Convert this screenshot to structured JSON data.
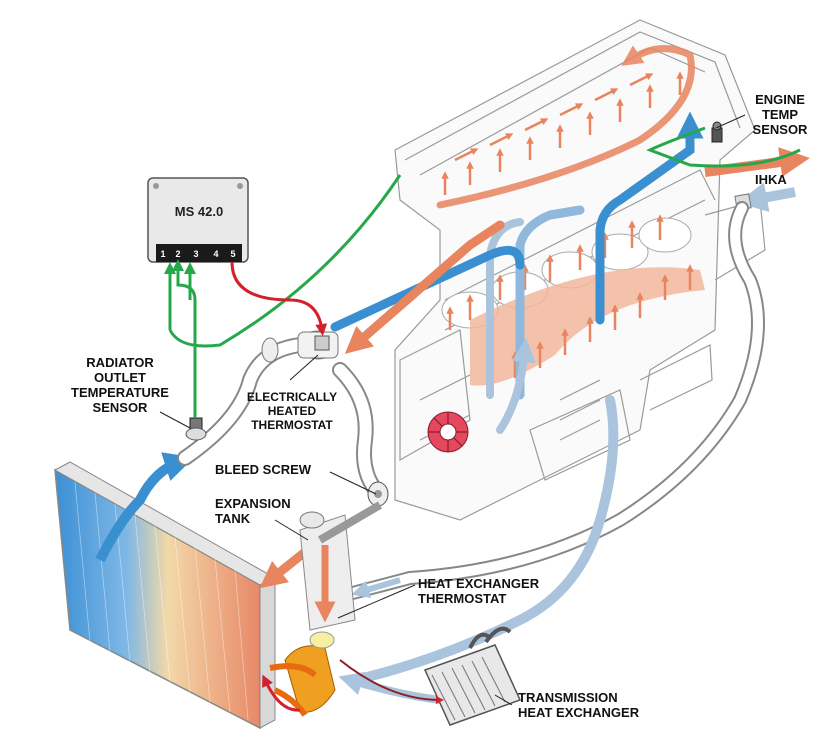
{
  "labels": {
    "engine_temp_sensor": [
      "ENGINE",
      "TEMP",
      "SENSOR"
    ],
    "ihka": "IHKA",
    "ecu_title": "MS 42.0",
    "ecu_pins": [
      "1",
      "2",
      "3",
      "4",
      "5"
    ],
    "radiator_outlet_temp_sensor": [
      "RADIATOR",
      "OUTLET",
      "TEMPERATURE",
      "SENSOR"
    ],
    "electrically_heated_thermostat": [
      "ELECTRICALLY",
      "HEATED",
      "THERMOSTAT"
    ],
    "bleed_screw": "BLEED SCREW",
    "expansion_tank": [
      "EXPANSION",
      "TANK"
    ],
    "heat_exchanger_thermostat": [
      "HEAT EXCHANGER",
      "THERMOSTAT"
    ],
    "transmission_heat_exchanger": [
      "TRANSMISSION",
      "HEAT EXCHANGER"
    ]
  },
  "colors": {
    "hot_coolant": "#e8845e",
    "cold_coolant": "#3a8fd0",
    "return_coolant": "#a9c4dc",
    "signal_wire": "#26a84a",
    "control_wire": "#d4202c",
    "outline": "#9a9a9a",
    "ecu_body": "#e9e9e9",
    "water_pump": "#e4485e",
    "heat_exchanger_thermostat": "#f0a020"
  }
}
